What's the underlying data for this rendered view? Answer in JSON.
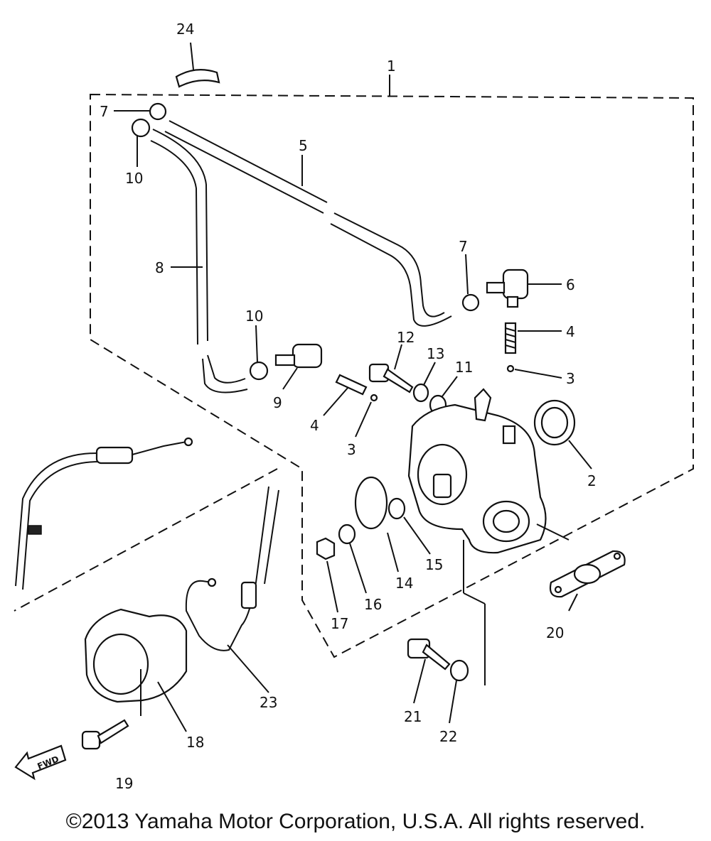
{
  "callouts": {
    "c1": "1",
    "c2": "2",
    "c3a": "3",
    "c3b": "3",
    "c4a": "4",
    "c4b": "4",
    "c5": "5",
    "c6": "6",
    "c7a": "7",
    "c7b": "7",
    "c8": "8",
    "c9": "9",
    "c10a": "10",
    "c10b": "10",
    "c11": "11",
    "c12": "12",
    "c13": "13",
    "c14": "14",
    "c15": "15",
    "c16": "16",
    "c17": "17",
    "c18": "18",
    "c19": "19",
    "c20": "20",
    "c21": "21",
    "c22": "22",
    "c23": "23",
    "c24": "24"
  },
  "fwd_label": "FWD",
  "copyright": "©2013 Yamaha Motor Corporation, U.S.A. All rights reserved."
}
